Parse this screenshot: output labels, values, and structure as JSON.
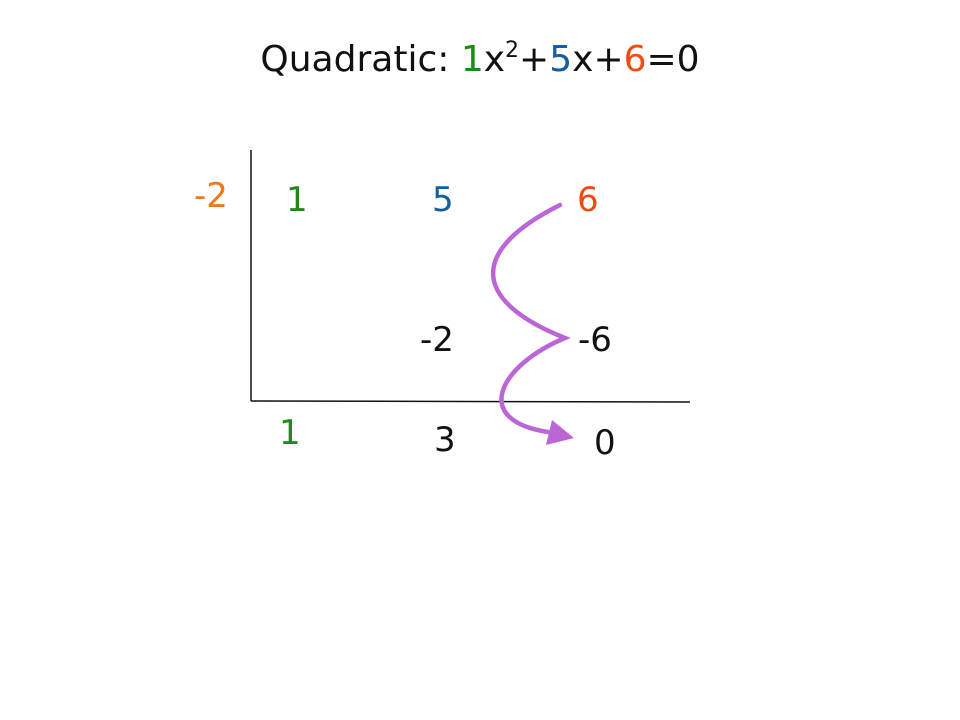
{
  "title": {
    "prefix": "Quadratic: ",
    "a": "1",
    "x2": "x",
    "exp": "2",
    "plus1": "+",
    "b": "5",
    "x1": "x",
    "plus2": "+",
    "c": "6",
    "eq": "=0"
  },
  "colors": {
    "a": "#1e8c14",
    "b": "#155e9c",
    "c": "#f04b12",
    "root": "#f07818",
    "arrow": "#bb66d6",
    "text": "#111111"
  },
  "division": {
    "root": "-2",
    "row1": [
      "1",
      "5",
      "6"
    ],
    "row2": [
      "-2",
      "-6"
    ],
    "result": [
      "1",
      "3",
      "0"
    ]
  }
}
